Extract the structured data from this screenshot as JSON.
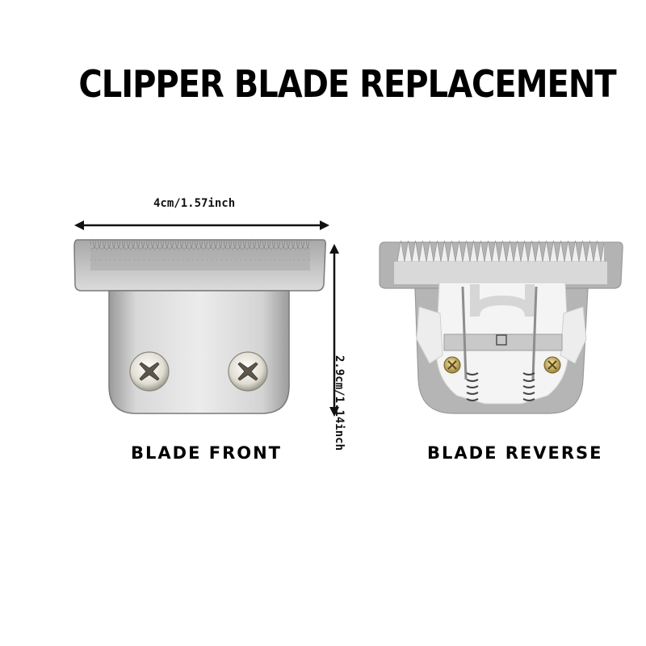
{
  "title": "CLIPPER BLADE REPLACEMENT",
  "dimensions": {
    "width_label": "4cm/1.57inch",
    "height_label": "2.9cm/1.14inch"
  },
  "captions": {
    "front": "BLADE FRONT",
    "reverse": "BLADE REVERSE"
  },
  "colors": {
    "blade_steel": "#c8c8c8",
    "blade_reverse": "#b4b4b4",
    "plastic": "#f2f2f2",
    "screw_brass": "#c8b36a",
    "text": "#000000"
  },
  "icons": [
    "blade-front-image",
    "blade-reverse-image",
    "screw-icon",
    "arrow-icon"
  ]
}
